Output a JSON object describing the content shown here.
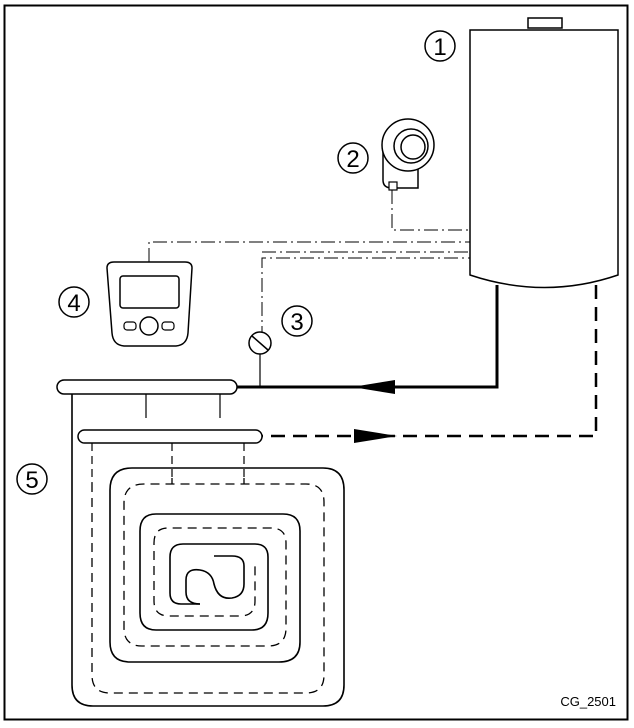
{
  "diagram": {
    "callouts": [
      "1",
      "2",
      "3",
      "4",
      "5"
    ],
    "figure_code": "CG_2501",
    "line_color": "#000000",
    "background": "#ffffff"
  }
}
